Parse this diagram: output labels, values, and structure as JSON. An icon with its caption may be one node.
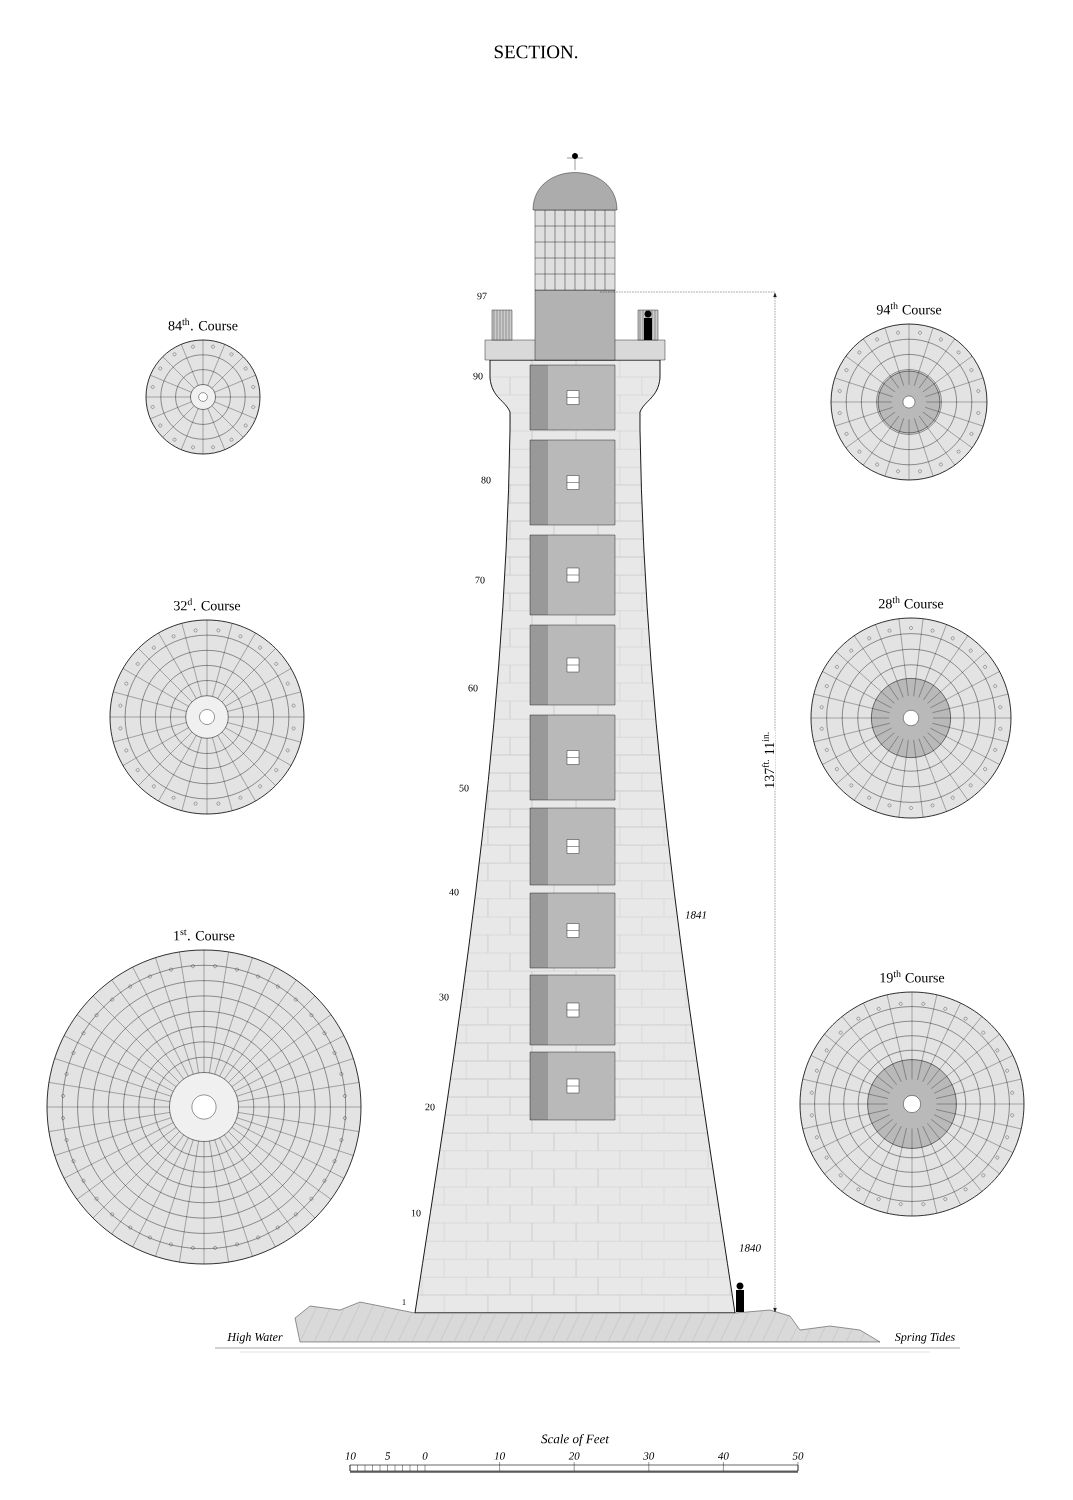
{
  "diagram": {
    "title": "SECTION.",
    "nodes": [
      {
        "text": [
          "84$^{th}$. Course"
        ]
      },
      {
        "text": [
          "94$^{th}$ Course"
        ]
      },
      {
        "text": [
          "32$^{d}$. Course"
        ]
      },
      {
        "text": [
          "28$^{th}$ Course"
        ]
      },
      {
        "text": [
          "1$^{st}$. Course"
        ]
      },
      {
        "text": [
          "19$^{th}$ Course"
        ]
      }
    ],
    "labels": [
      "97",
      "90",
      "80",
      "70",
      "60",
      "50",
      "137$^{ft.}$ 11$^{in.}$",
      "40",
      "1841",
      "30",
      "20",
      "10",
      "1840",
      "1",
      "High Water",
      "Spring Tides",
      "Scale of Feet",
      "10",
      "5",
      "0",
      "10",
      "20",
      "30",
      "40",
      "50"
    ]
  }
}
